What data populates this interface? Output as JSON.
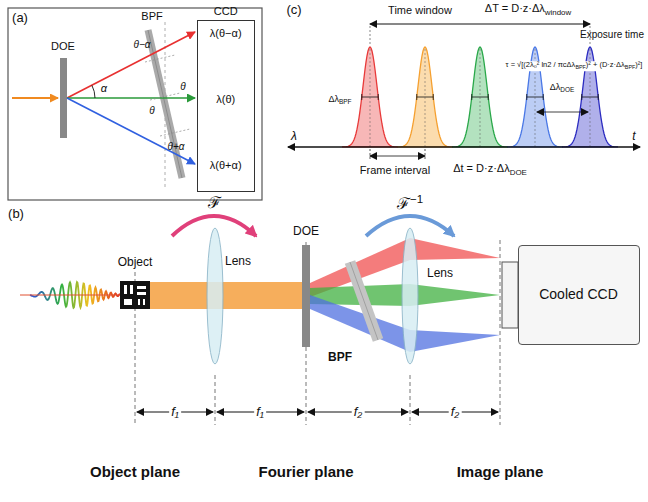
{
  "diagram": {
    "nodes": [
      {
        "text": [
          "CCD",
          "λ(θ−α)",
          "λ(θ)",
          "λ(θ+α)"
        ]
      },
      {
        "text": [
          "Cooled CCD"
        ]
      }
    ],
    "labels": [
      "(a)",
      "DOE",
      "BPF",
      "α",
      "θ−α",
      "θ",
      "θ",
      "θ+α",
      "(c)",
      "Time window",
      "ΔT = D·z·Δλ",
      "window",
      "Exposure time",
      "τ = √[(2λ₀² ln2 / πcΔλ",
      "BPF",
      ")² + (D·z·Δλ",
      "BPF",
      ")²]",
      "Δλ",
      "BPF",
      "Δλ",
      "DOE",
      "λ",
      "t",
      "Frame interval",
      "Δt = D·z·Δλ",
      "DOE",
      "(b)",
      "ℱ",
      "ℱ",
      "−1",
      "Object",
      "Lens",
      "DOE",
      "BPF",
      "Lens",
      "f₁",
      "f₁",
      "f₂",
      "f₂",
      "Object plane",
      "Fourier plane",
      "Image plane"
    ]
  }
}
